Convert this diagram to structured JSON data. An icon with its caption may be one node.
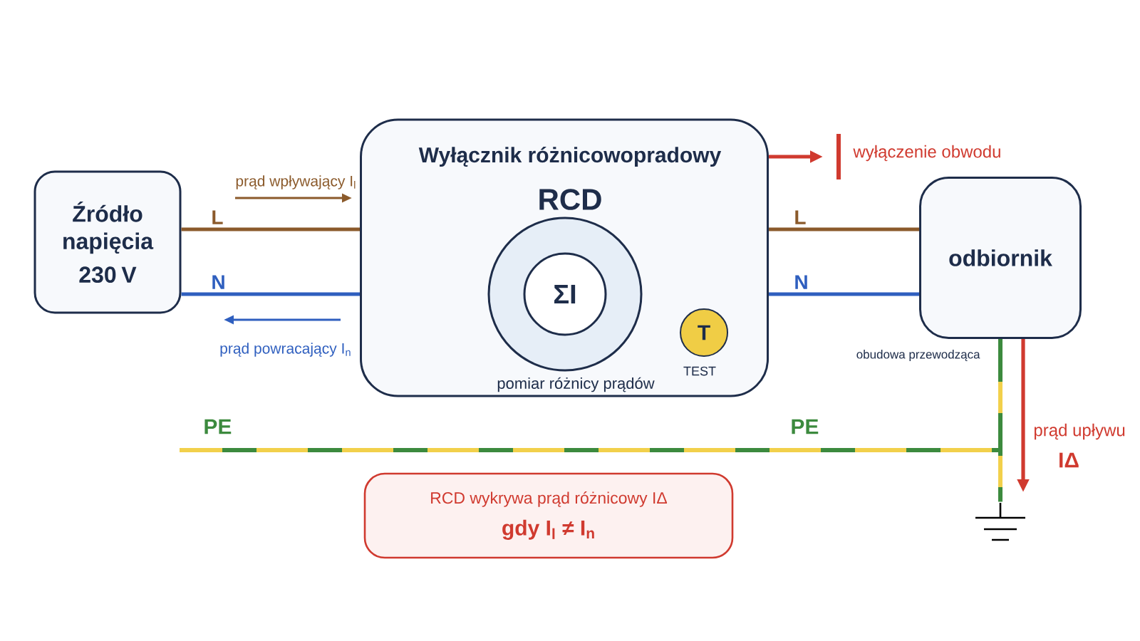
{
  "diagram": {
    "nodes": [
      {
        "text": [
          "Źródło napięcia",
          "230 V"
        ]
      },
      {
        "text": [
          "Wyłącznik różnicowopradowy",
          "RCD",
          "pomiar różnicy prądów"
        ]
      },
      {
        "text": [],
        "shape": "circle",
        "in": 1
      },
      {
        "text": [
          "ΣI"
        ],
        "in": 2
      },
      {
        "text": [
          "T"
        ],
        "in": 1,
        "beside": [
          "TEST"
        ]
      },
      {
        "text": [
          "odbiornik"
        ]
      },
      {
        "text": [],
        "shape": "ground"
      },
      {
        "text": [
          "wyłączenie obwodu"
        ]
      },
      {
        "text": [
          "RCD wykrywa prąd różnicowy IΔ",
          "gdy I$_{l}$ ≠ I$_{n}$"
        ]
      }
    ],
    "edges": [
      {
        "from": 0,
        "to": 1,
        "arrow": "none",
        "label": "L",
        "color": "#8b5a2b"
      },
      {
        "from": 0,
        "to": 1,
        "arrow": "none",
        "label": "N",
        "color": "#2f5fbf"
      },
      {
        "from": 1,
        "to": 5,
        "arrow": "none",
        "label": "L",
        "color": "#8b5a2b"
      },
      {
        "from": 1,
        "to": 5,
        "arrow": "none",
        "label": "N",
        "color": "#2f5fbf"
      },
      {
        "from": 5,
        "to": 6,
        "arrow": "none",
        "style": "dashed",
        "color": "#3c8a3e"
      },
      {
        "from": 5,
        "to": null,
        "arrow": "to",
        "label": "prąd upływu",
        "color": "#d03a2f"
      },
      {
        "from": 1,
        "to": 7,
        "arrow": "to",
        "color": "#d03a2f"
      }
    ],
    "labels": [
      "prąd wpływający I$_{l}$",
      "prąd powracający I$_{n}$",
      "PE",
      "PE",
      "obudowa przewodząca",
      "IΔ"
    ]
  }
}
